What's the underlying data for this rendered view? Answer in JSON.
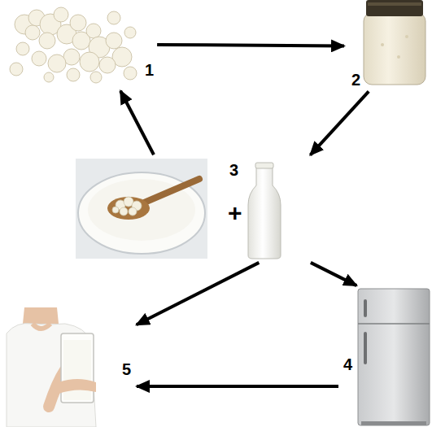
{
  "diagram": {
    "nodes": [
      {
        "text": [
          "1"
        ]
      },
      {
        "text": [
          "2"
        ]
      },
      {
        "text": [
          "3",
          "+"
        ]
      },
      {
        "text": [
          "5"
        ]
      },
      {
        "text": [
          "4"
        ]
      }
    ],
    "edges": [
      {
        "from": 0,
        "to": 1,
        "arrow": "to"
      },
      {
        "from": 1,
        "to": 2,
        "arrow": "to"
      },
      {
        "from": 2,
        "to": 0,
        "arrow": "to"
      },
      {
        "from": 2,
        "to": 3,
        "arrow": "to"
      },
      {
        "from": 2,
        "to": 4,
        "arrow": "to"
      },
      {
        "from": 4,
        "to": 3,
        "arrow": "to"
      }
    ]
  }
}
